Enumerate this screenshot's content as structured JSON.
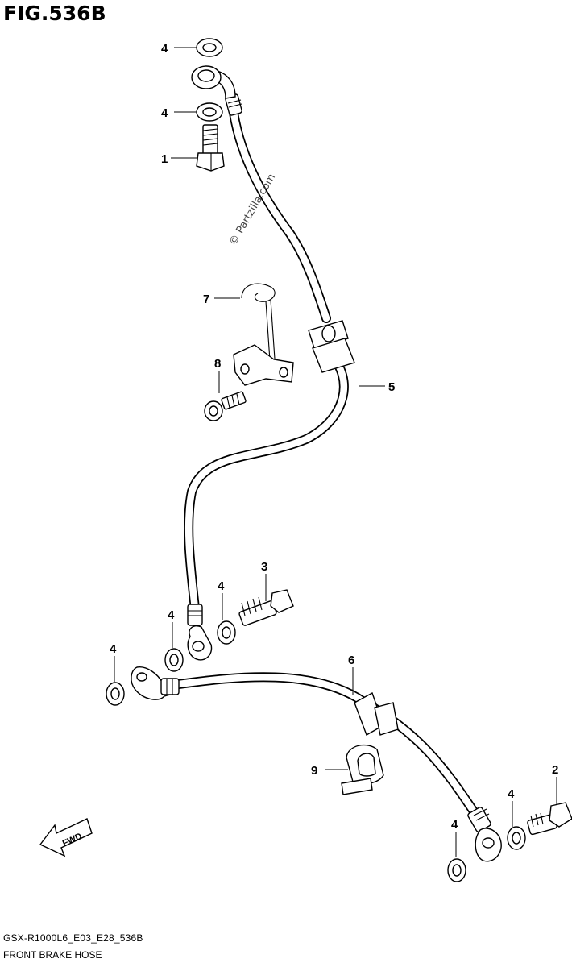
{
  "header": {
    "figure_title": "FIG.536B"
  },
  "footer": {
    "figure_code": "GSX-R1000L6_E03_E28_536B",
    "figure_name": "FRONT BRAKE HOSE"
  },
  "watermark": "© Partzilla.com",
  "fwd_label": "FWD",
  "callouts": [
    {
      "id": "c-4a",
      "label": "4"
    },
    {
      "id": "c-4b",
      "label": "4"
    },
    {
      "id": "c-1",
      "label": "1"
    },
    {
      "id": "c-7",
      "label": "7"
    },
    {
      "id": "c-8",
      "label": "8"
    },
    {
      "id": "c-5",
      "label": "5"
    },
    {
      "id": "c-3",
      "label": "3"
    },
    {
      "id": "c-4c",
      "label": "4"
    },
    {
      "id": "c-4d",
      "label": "4"
    },
    {
      "id": "c-4e",
      "label": "4"
    },
    {
      "id": "c-6",
      "label": "6"
    },
    {
      "id": "c-9",
      "label": "9"
    },
    {
      "id": "c-2",
      "label": "2"
    },
    {
      "id": "c-4f",
      "label": "4"
    },
    {
      "id": "c-4g",
      "label": "4"
    }
  ]
}
